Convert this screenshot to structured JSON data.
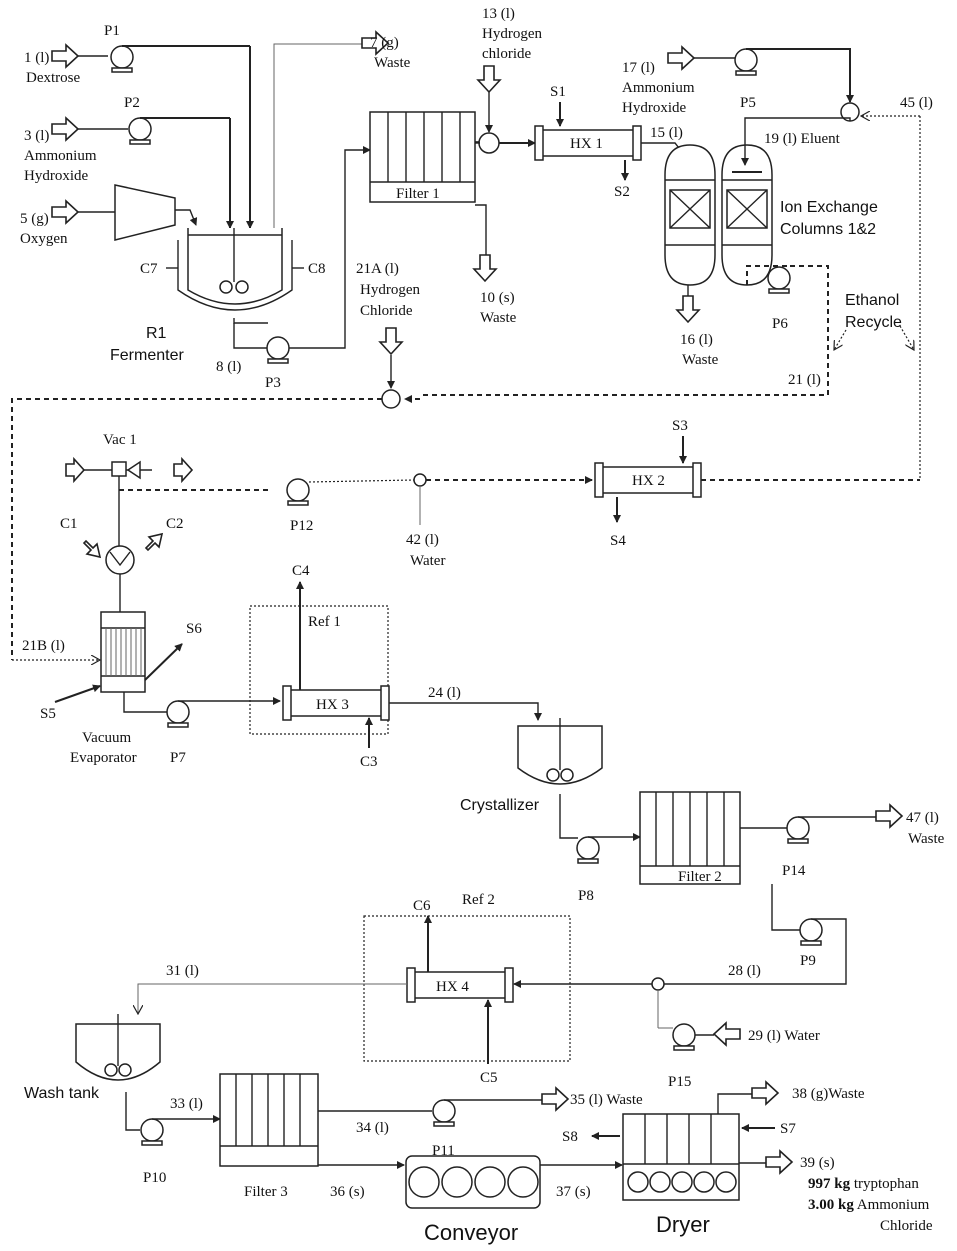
{
  "streams": {
    "s1": "1 (l)",
    "s1_name": "Dextrose",
    "s3": "3 (l)",
    "s3_name_1": "Ammonium",
    "s3_name_2": "Hydroxide",
    "s5": "5 (g)",
    "s5_name": "Oxygen",
    "s7": "7 (g)",
    "s7_name": "Waste",
    "s8": "8 (l)",
    "s10": "10 (s)",
    "s10_name": "Waste",
    "s13": "13 (l)",
    "s13_name_1": "Hydrogen",
    "s13_name_2": "chloride",
    "s15": "15 (l)",
    "s16": "16 (l)",
    "s16_name": "Waste",
    "s17": "17 (l)",
    "s17_name_1": "Ammonium",
    "s17_name_2": "Hydroxide",
    "s19": "19 (l) Eluent",
    "s45": "45 (l)",
    "s21": "21 (l)",
    "s21a": "21A (l)",
    "s21a_name_1": "Hydrogen",
    "s21a_name_2": "Chloride",
    "s21b": "21B (l)",
    "s42": "42 (l)",
    "s42_name": "Water",
    "s24": "24 (l)",
    "s47": "47 (l)",
    "s47_name": "Waste",
    "s28": "28 (l)",
    "s29": "29 (l) Water",
    "s31": "31 (l)",
    "s33": "33 (l)",
    "s34": "34 (l)",
    "s35": "35 (l) Waste",
    "s36": "36 (s)",
    "s37": "37 (s)",
    "s38": "38 (g)Waste",
    "s39": "39 (s)",
    "product_amount_1": "997 kg",
    "product_name_1": " tryptophan",
    "product_amount_2": "3.00 kg",
    "product_name_2": " Ammonium",
    "product_name_3": "Chloride"
  },
  "equipment": {
    "p1": "P1",
    "p2": "P2",
    "p3": "P3",
    "p5": "P5",
    "p6": "P6",
    "p7": "P7",
    "p8": "P8",
    "p9": "P9",
    "p10": "P10",
    "p11": "P11",
    "p12": "P12",
    "p14": "P14",
    "p15": "P15",
    "r1": "R1",
    "fermenter": "Fermenter",
    "c1": "C1",
    "c2": "C2",
    "c3": "C3",
    "c4": "C4",
    "c5": "C5",
    "c6": "C6",
    "c7": "C7",
    "c8": "C8",
    "s_1": "S1",
    "s_2": "S2",
    "s_3": "S3",
    "s_4": "S4",
    "s_5": "S5",
    "s_6": "S6",
    "s_7": "S7",
    "s_8": "S8",
    "filter1": "Filter 1",
    "filter2": "Filter 2",
    "filter3": "Filter 3",
    "hx1": "HX 1",
    "hx2": "HX 2",
    "hx3": "HX 3",
    "hx4": "HX 4",
    "ion_1": "Ion Exchange",
    "ion_2": "Columns 1&2",
    "ethanol_1": "Ethanol",
    "ethanol_2": "Recycle",
    "vac1": "Vac 1",
    "vacevap_1": "Vacuum",
    "vacevap_2": "Evaporator",
    "ref1": "Ref 1",
    "ref2": "Ref 2",
    "crystallizer": "Crystallizer",
    "wash_tank": "Wash tank",
    "conveyor": "Conveyor",
    "dryer": "Dryer"
  }
}
